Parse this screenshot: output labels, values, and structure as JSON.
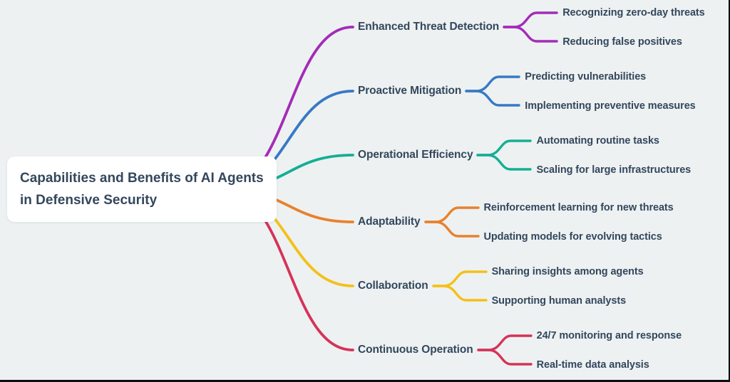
{
  "canvas": {
    "background_color": "#edf1f2",
    "frame_border_color": "#0a0e13",
    "text_color": "#33475c",
    "node_background_color": "#ffffff"
  },
  "root": {
    "title": "Capabilities and Benefits of AI Agents in Defensive Security",
    "title_lines": [
      "Capabilities and Benefits of AI Agents",
      "in Defensive Security"
    ]
  },
  "branches": [
    {
      "label": "Enhanced Threat Detection",
      "color": "#a42bb8",
      "children": [
        "Recognizing zero-day threats",
        "Reducing false positives"
      ]
    },
    {
      "label": "Proactive Mitigation",
      "color": "#3779c4",
      "children": [
        "Predicting vulnerabilities",
        "Implementing preventive measures"
      ]
    },
    {
      "label": "Operational Efficiency",
      "color": "#15ae94",
      "children": [
        "Automating routine tasks",
        "Scaling for large infrastructures"
      ]
    },
    {
      "label": "Adaptability",
      "color": "#e8812c",
      "children": [
        "Reinforcement learning for new threats",
        "Updating models for evolving tactics"
      ]
    },
    {
      "label": "Collaboration",
      "color": "#f3c117",
      "children": [
        "Sharing insights among agents",
        "Supporting human analysts"
      ]
    },
    {
      "label": "Continuous Operation",
      "color": "#d53358",
      "children": [
        "24/7 monitoring and response",
        "Real-time data analysis"
      ]
    }
  ]
}
